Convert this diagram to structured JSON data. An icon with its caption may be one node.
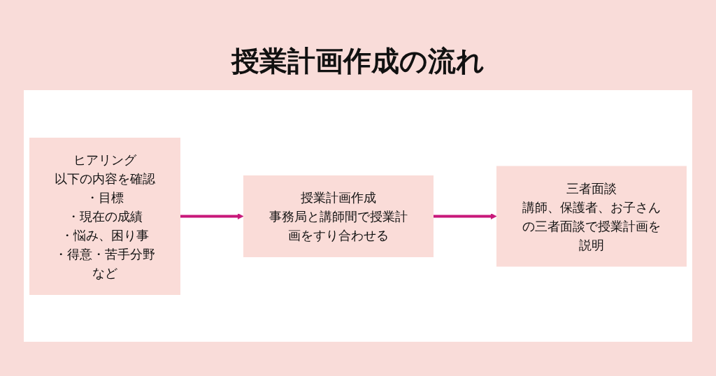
{
  "diagram": {
    "title": "授業計画作成の流れ",
    "nodes": [
      {
        "text": [
          "ヒアリング",
          "以下の内容を確認",
          "・目標",
          "・現在の成績",
          "・悩み、困り事",
          "・得意・苦手分野",
          "など"
        ]
      },
      {
        "text": [
          "授業計画作成",
          "事務局と講師間で授業計画をすり合わせる"
        ]
      },
      {
        "text": [
          "三者面談",
          "講師、保護者、お子さんの三者面談で授業計画を説明"
        ]
      }
    ],
    "edges": [
      {
        "from": 0,
        "to": 1,
        "arrow": "to"
      },
      {
        "from": 1,
        "to": 2,
        "arrow": "to"
      }
    ]
  }
}
